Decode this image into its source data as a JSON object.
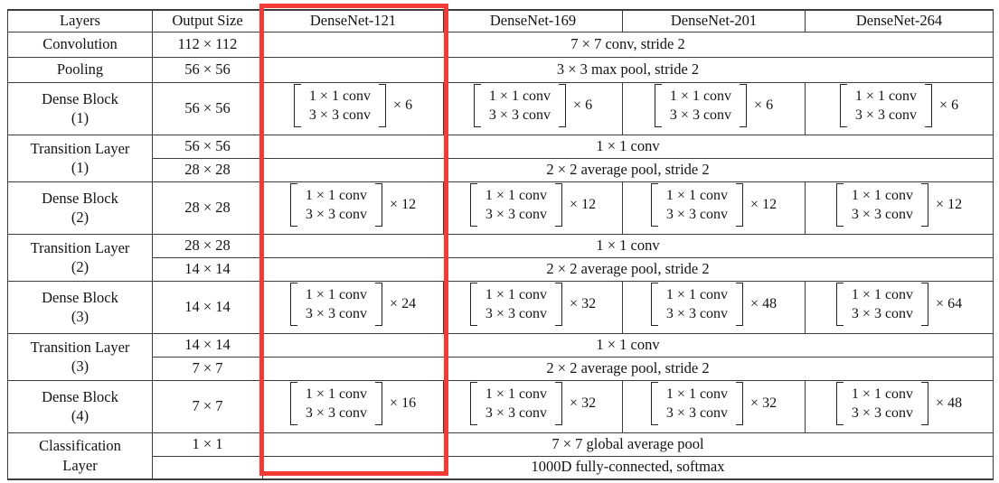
{
  "highlight": {
    "target": "DenseNet-121 column",
    "color": "#f23b35"
  },
  "table": {
    "header": {
      "layers": "Layers",
      "output_size": "Output Size",
      "models": [
        "DenseNet-121",
        "DenseNet-169",
        "DenseNet-201",
        "DenseNet-264"
      ]
    },
    "rows": {
      "convolution": {
        "layer": "Convolution",
        "output": "112 × 112",
        "op": "7 × 7 conv, stride 2"
      },
      "pooling": {
        "layer": "Pooling",
        "output": "56 × 56",
        "op": "3 × 3 max pool, stride 2"
      },
      "dense_block_1": {
        "layer_line1": "Dense Block",
        "layer_line2": "(1)",
        "output": "56 × 56",
        "conv1": "1 × 1 conv",
        "conv3": "3 × 3 conv",
        "multipliers": [
          "× 6",
          "× 6",
          "× 6",
          "× 6"
        ]
      },
      "transition_1": {
        "layer_line1": "Transition Layer",
        "layer_line2": "(1)",
        "output_top": "56 × 56",
        "op_top": "1 × 1 conv",
        "output_bottom": "28 × 28",
        "op_bottom": "2 × 2 average pool, stride 2"
      },
      "dense_block_2": {
        "layer_line1": "Dense Block",
        "layer_line2": "(2)",
        "output": "28 × 28",
        "conv1": "1 × 1 conv",
        "conv3": "3 × 3 conv",
        "multipliers": [
          "× 12",
          "× 12",
          "× 12",
          "× 12"
        ]
      },
      "transition_2": {
        "layer_line1": "Transition Layer",
        "layer_line2": "(2)",
        "output_top": "28 × 28",
        "op_top": "1 × 1 conv",
        "output_bottom": "14 × 14",
        "op_bottom": "2 × 2 average pool, stride 2"
      },
      "dense_block_3": {
        "layer_line1": "Dense Block",
        "layer_line2": "(3)",
        "output": "14 × 14",
        "conv1": "1 × 1 conv",
        "conv3": "3 × 3 conv",
        "multipliers": [
          "× 24",
          "× 32",
          "× 48",
          "× 64"
        ]
      },
      "transition_3": {
        "layer_line1": "Transition Layer",
        "layer_line2": "(3)",
        "output_top": "14 × 14",
        "op_top": "1 × 1 conv",
        "output_bottom": "7 × 7",
        "op_bottom": "2 × 2 average pool, stride 2"
      },
      "dense_block_4": {
        "layer_line1": "Dense Block",
        "layer_line2": "(4)",
        "output": "7 × 7",
        "conv1": "1 × 1 conv",
        "conv3": "3 × 3 conv",
        "multipliers": [
          "× 16",
          "× 32",
          "× 32",
          "× 48"
        ]
      },
      "classification": {
        "layer_line1": "Classification",
        "layer_line2": "Layer",
        "output_top": "1 × 1",
        "op_top": "7 × 7 global average pool",
        "output_bottom": "",
        "op_bottom": "1000D fully-connected, softmax"
      }
    }
  }
}
